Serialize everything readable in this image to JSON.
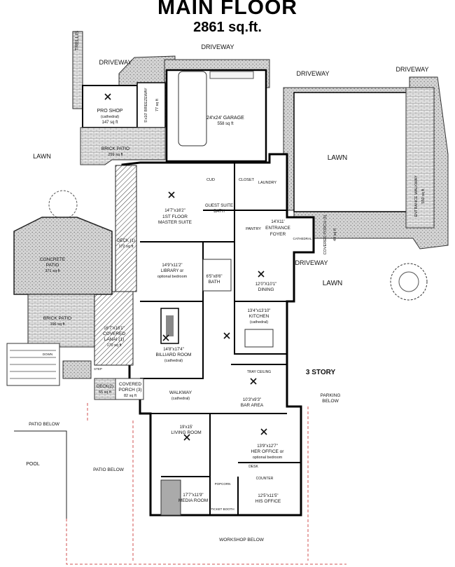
{
  "title": "MAIN FLOOR",
  "subtitle": "2861 sq.ft.",
  "labels": {
    "trellis": "TRELLIS",
    "driveway_top": "DRIVEWAY",
    "driveway_left": "DRIVEWAY",
    "driveway_mid": "DRIVEWAY",
    "driveway_right": "DRIVEWAY",
    "driveway_lower": "DRIVEWAY",
    "pro_shop": "PRO SHOP",
    "pro_shop_sub": "(cathedral)",
    "pro_shop_area": "147 sq ft",
    "breezeway": "5'x10' BREEZEWAY",
    "breezeway_area": "77 sq ft",
    "garage": "24'x24' GARAGE",
    "garage_area": "558 sq ft",
    "lawn_left": "LAWN",
    "lawn_right": "LAWN",
    "lawn_lower": "LAWN",
    "brick_patio_top": "BRICK PATIO",
    "brick_patio_top_area": "299 sq ft",
    "closet": "CLOSET",
    "cud": "CUD",
    "laundry": "LAUNDRY",
    "guest_suite": "GUEST SUITE",
    "guest_bath": "BATH",
    "pantry": "PANTRY",
    "master_dims": "14'7\"x16'2\"",
    "master_name": "1ST FLOOR",
    "master_name2": "MASTER SUITE",
    "entrance_dims": "14'X11'",
    "entrance": "ENTRANCE",
    "foyer": "FOYER",
    "covered_porch_r": "COVERED PORCH (5)",
    "covered_porch_r_area": "49 sq ft",
    "entrance_walkway": "ENTRANCE WALKWAY",
    "entrance_walkway_area": "550 sq ft",
    "cathedral_small": "CATHEDRAL",
    "deck1": "DECK (1)",
    "deck1_area": "172 sq ft",
    "concrete_patio": "CONCRETE",
    "concrete_patio2": "PATIO",
    "concrete_area": "371 sq ft",
    "library_dims": "14'9\"x11'2\"",
    "library": "LIBRARY or",
    "library2": "optional bedroom",
    "bath_dims": "6'5\"x8'6\"",
    "bath": "BATH",
    "dining_dims": "12'0\"X10'1\"",
    "dining": "DINING",
    "brick_patio_low": "BRICK PATIO",
    "brick_patio_low_area": "196 sq ft",
    "kitchen_dims": "13'4\"x13'10\"",
    "kitchen": "KITCHEN",
    "kitchen_sub": "(cathedral)",
    "lanai_dims": "16'7\"x16'1\"",
    "lanai": "COVERED",
    "lanai2": "LANAI (1)",
    "lanai_area": "170 sq ft",
    "billiard_dims": "14'8\"x17'4\"",
    "billiard": "BILLIARD ROOM",
    "billiard_sub": "(cathedral)",
    "three_story": "3 STORY",
    "deck2": "DECK(2)",
    "deck2_area": "55 sq ft",
    "covered_porch_3": "COVERED",
    "covered_porch_3b": "PORCH (3)",
    "covered_porch_3_area": "82 sq ft",
    "walkway": "WALKWAY",
    "walkway_sub": "(cathedral)",
    "tray_ceiling": "TRAY CEILING",
    "bar_dims": "10'3\"x9'3\"",
    "bar": "BAR AREA",
    "parking": "PARKING",
    "parking2": "BELOW",
    "patio_below_top": "PATIO BELOW",
    "pool": "POOL",
    "patio_below": "PATIO BELOW",
    "living_dims": "19'x15'",
    "living": "LIVING ROOM",
    "office_dims": "13'9\"x12'7\"",
    "office": "HER OFFICE or",
    "office2": "optional bedroom",
    "desk": "DESK",
    "counter": "COUNTER",
    "media_dims": "17'7\"x11'9\"",
    "media": "MEDIA ROOM",
    "his_dims": "12'5\"x11'5\"",
    "his": "HIS OFFICE",
    "popcorn": "POPCORN",
    "ticket": "TICKET BOOTH",
    "workshop_below": "WORKSHOP BELOW",
    "step": "STEP",
    "down": "DOWN"
  }
}
